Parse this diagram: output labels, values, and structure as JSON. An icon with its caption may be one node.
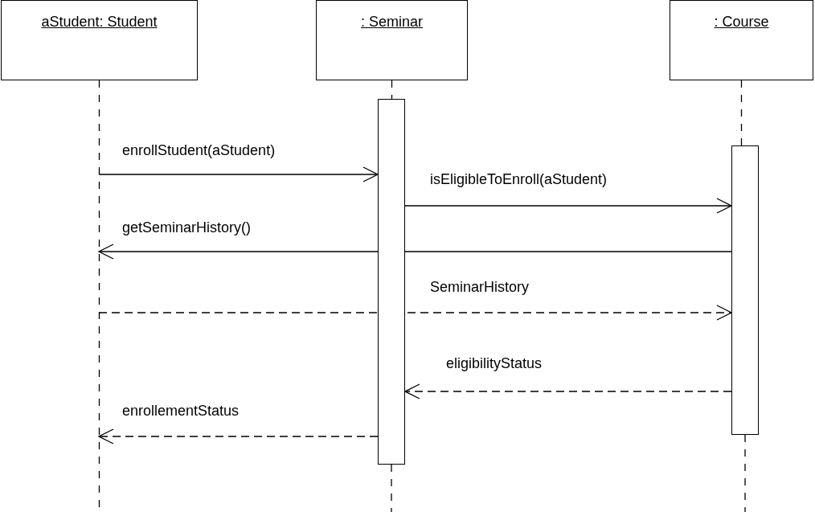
{
  "diagram": {
    "nodes": [
      {
        "text": [
          "aStudent: Student"
        ]
      },
      {
        "text": [
          ": Seminar"
        ]
      },
      {
        "text": [
          ": Course"
        ]
      },
      {
        "text": [],
        "shape": "bar"
      },
      {
        "text": [],
        "shape": "bar"
      }
    ],
    "edges": [
      {
        "from": null,
        "to": 3,
        "arrow": "to",
        "label": "enrollStudent(aStudent)"
      },
      {
        "from": 3,
        "to": 4,
        "arrow": "to",
        "label": "isEligibleToEnroll(aStudent)"
      },
      {
        "from": 4,
        "to": null,
        "arrow": "to",
        "label": "getSeminarHistory()"
      },
      {
        "from": null,
        "to": 4,
        "arrow": "to",
        "label": "SeminarHistory",
        "style": "dashed"
      },
      {
        "from": 4,
        "to": 3,
        "arrow": "to",
        "label": "eligibilityStatus",
        "style": "dashed"
      },
      {
        "from": 3,
        "to": null,
        "arrow": "to",
        "label": "enrollementStatus",
        "style": "dashed"
      },
      {
        "from": 0,
        "to": null,
        "arrow": "none",
        "style": "dashed"
      },
      {
        "from": 1,
        "to": 3,
        "arrow": "none",
        "style": "dashed"
      },
      {
        "from": 3,
        "to": null,
        "arrow": "none",
        "style": "dashed"
      },
      {
        "from": 2,
        "to": 4,
        "arrow": "none",
        "style": "dashed"
      },
      {
        "from": 4,
        "to": null,
        "arrow": "none",
        "style": "dashed"
      }
    ]
  }
}
